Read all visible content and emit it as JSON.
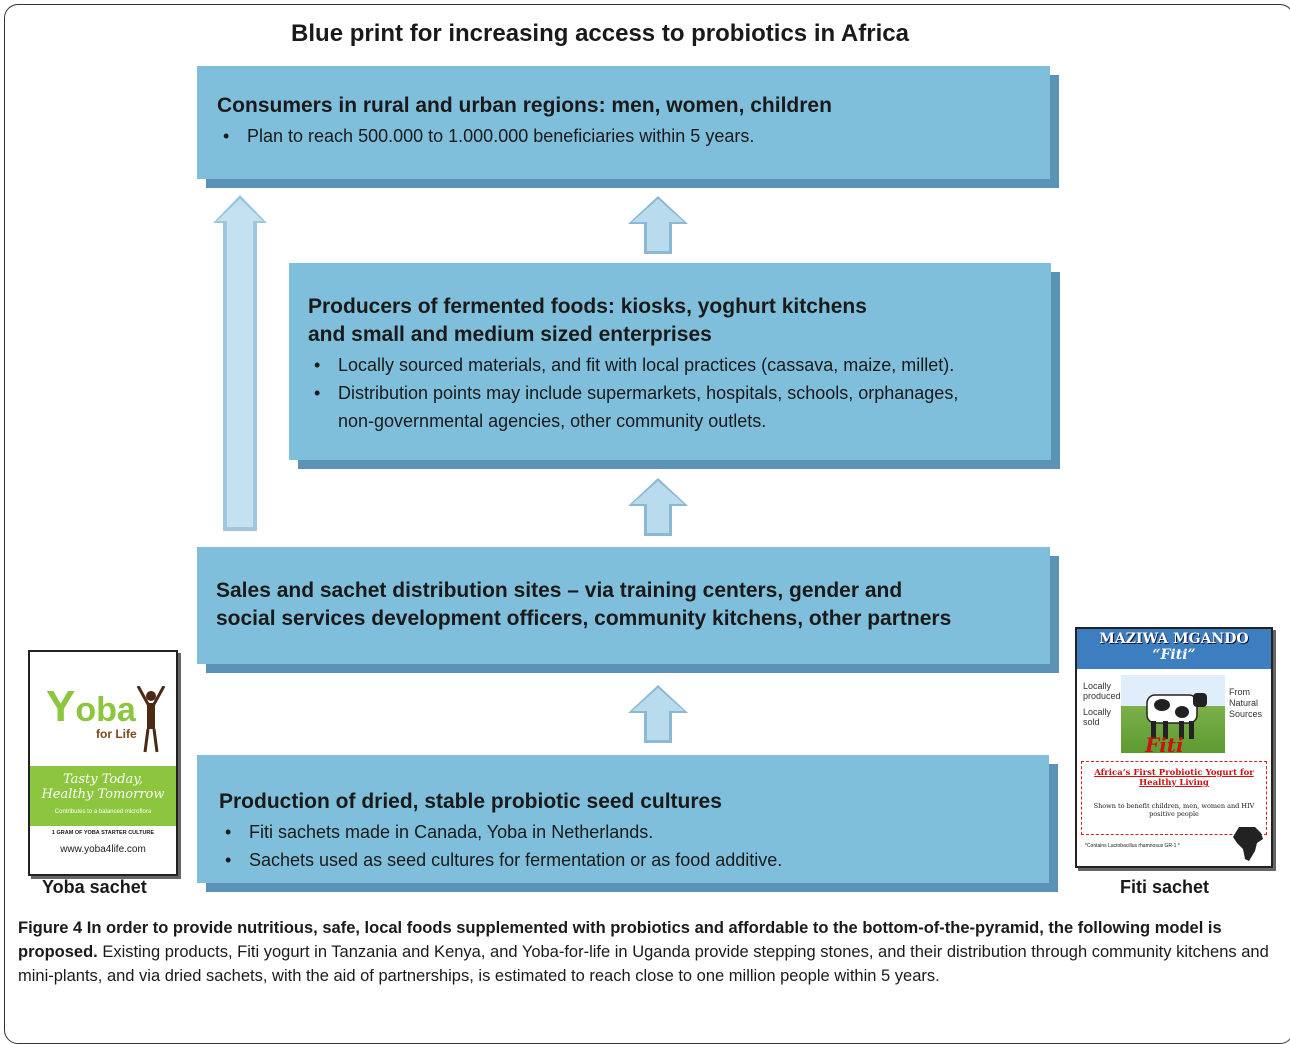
{
  "title": "Blue print for increasing access to probiotics in Africa",
  "boxes": [
    {
      "heading": "Consumers in rural and urban regions: men, women, children",
      "bullets": [
        "Plan to reach 500.000 to 1.000.000 beneficiaries within 5 years."
      ]
    },
    {
      "heading_line1": "Producers of fermented foods: kiosks, yoghurt kitchens",
      "heading_line2": "and small and medium sized enterprises",
      "bullets": [
        "Locally sourced materials, and fit with local practices (cassava, maize, millet).",
        "Distribution points may include supermarkets, hospitals, schools, orphanages,",
        "non-governmental agencies, other community outlets."
      ]
    },
    {
      "heading_line1": "Sales and sachet distribution sites – via training centers, gender and",
      "heading_line2": "social services development officers, community kitchens, other partners"
    },
    {
      "heading": "Production of dried, stable probiotic seed cultures",
      "bullets": [
        "Fiti sachets made in Canada, Yoba in Netherlands.",
        "Sachets used as seed cultures for fermentation or as food additive."
      ]
    }
  ],
  "yoba": {
    "label": "Yoba sachet",
    "logo_y": "Y",
    "logo_rest": "oba",
    "logo_sub": "for Life",
    "slogan1": "Tasty Today,",
    "slogan2": "Healthy Tomorrow",
    "tagline": "Contributes to a balanced microflora",
    "gram": "1 GRAM OF YOBA STARTER CULTURE",
    "url": "www.yoba4life.com"
  },
  "fiti": {
    "label": "Fiti sachet",
    "brand": "MAZIWA MGANDO",
    "name": "“Fiti”",
    "left1": "Locally",
    "left2": "produced",
    "left3": "Locally",
    "left4": "sold",
    "right1": "From",
    "right2": "Natural",
    "right3": "Sources",
    "script": "Fiti",
    "headline1": "Africa’s First Probiotic Yogurt for",
    "headline2": "Healthy Living",
    "desc1": "Shown to benefit children, men, women and HIV",
    "desc2": "positive people",
    "foot": "*Contains Lactobacillus rhamnosus GR-1 *"
  },
  "caption": {
    "bold": "Figure 4 In order to provide nutritious, safe, local foods supplemented with probiotics and affordable to the bottom-of-the-pyramid, the following model is proposed.",
    "text": " Existing products, Fiti yogurt in Tanzania and Kenya, and Yoba-for-life in Uganda provide stepping stones, and their distribution through community kitchens and mini-plants, and via dried sachets, with the aid of partnerships, is estimated to reach close to one million people within 5 years."
  },
  "colors": {
    "box": "#7fbfdb",
    "shadow": "#5a93b5",
    "arrow": "#a9d3e8",
    "yoba_green": "#8cc63f",
    "fiti_red": "#cc1111"
  }
}
